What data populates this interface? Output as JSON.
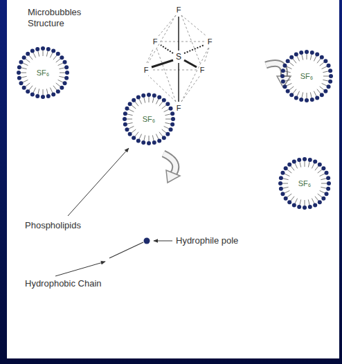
{
  "diagram": {
    "nodes": [
      {
        "text": [
          "SF₆"
        ]
      },
      {
        "text": [
          "SF₆"
        ]
      },
      {
        "text": [
          "SF₆"
        ]
      },
      {
        "text": [
          "SF₆"
        ]
      }
    ],
    "labels": [
      "Microbubbles Structure",
      "F",
      "F",
      "F",
      "S",
      "F",
      "F",
      "F",
      "Phospholipids",
      "Hydrophile pole",
      "Hydrophobic Chain"
    ]
  }
}
